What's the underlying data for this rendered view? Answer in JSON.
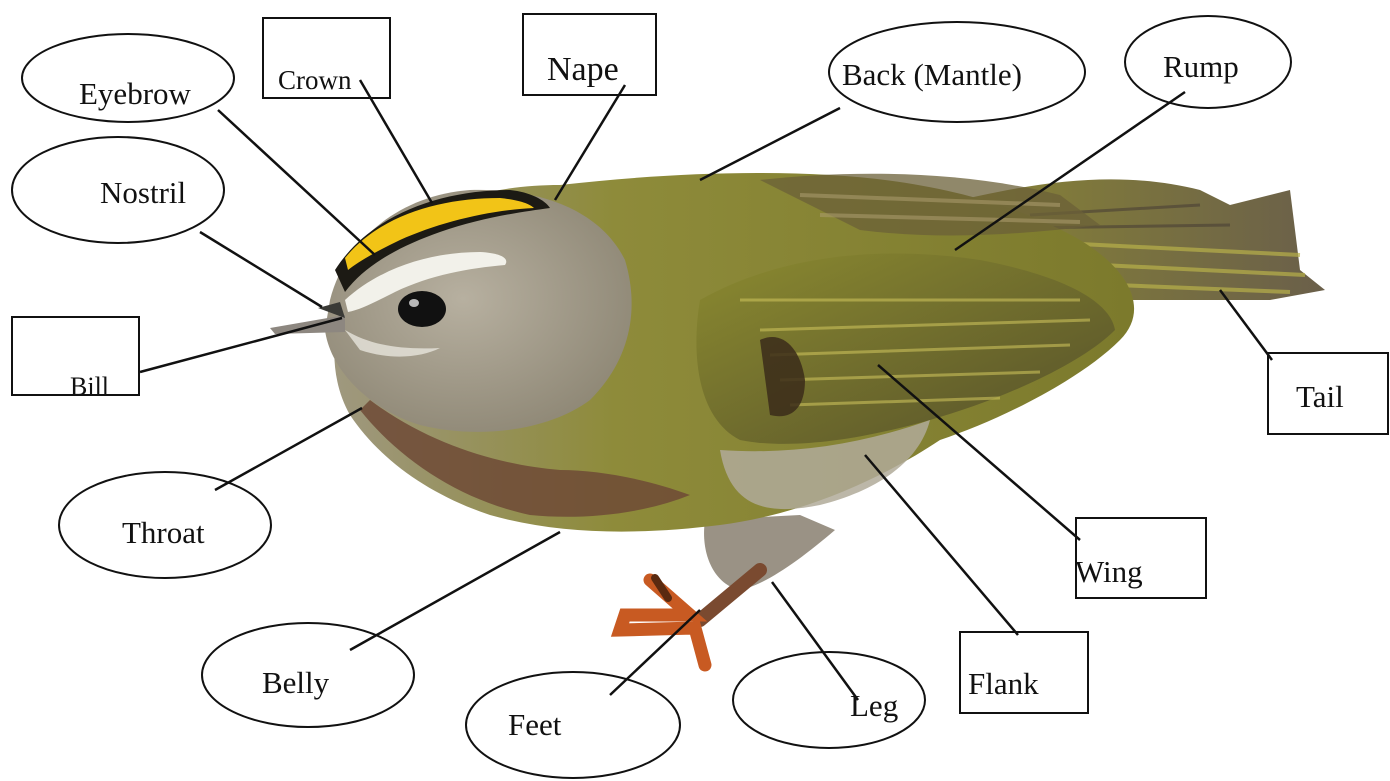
{
  "diagram": {
    "labels": {
      "eyebrow": "Eyebrow",
      "crown": "Crown",
      "nape": "Nape",
      "back": "Back (Mantle)",
      "rump": "Rump",
      "nostril": "Nostril",
      "bill": "Bill",
      "tail": "Tail",
      "throat": "Throat",
      "wing": "Wing",
      "belly": "Belly",
      "flank": "Flank",
      "leg": "Leg",
      "feet": "Feet"
    }
  },
  "colors": {
    "body_grey": "#a49d8c",
    "olive": "#8c8a2a",
    "olive_dark": "#5f5a22",
    "crown_yellow": "#f2c417",
    "crown_black": "#1c1a14",
    "breast_brown": "#6e4a36",
    "feet_orange": "#c85a22",
    "line": "#111111"
  }
}
